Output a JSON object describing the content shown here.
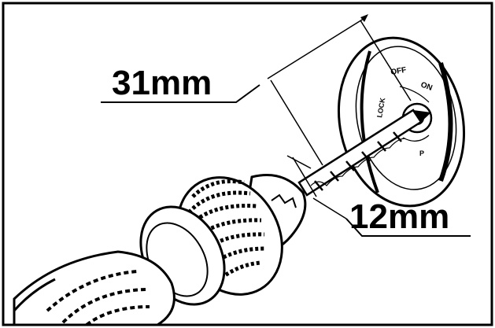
{
  "figure": {
    "label_long": "31mm",
    "label_short": "12mm",
    "dial_text": {
      "off": "OFF",
      "on": "ON",
      "lock": "LOCK",
      "pin": "P"
    }
  }
}
